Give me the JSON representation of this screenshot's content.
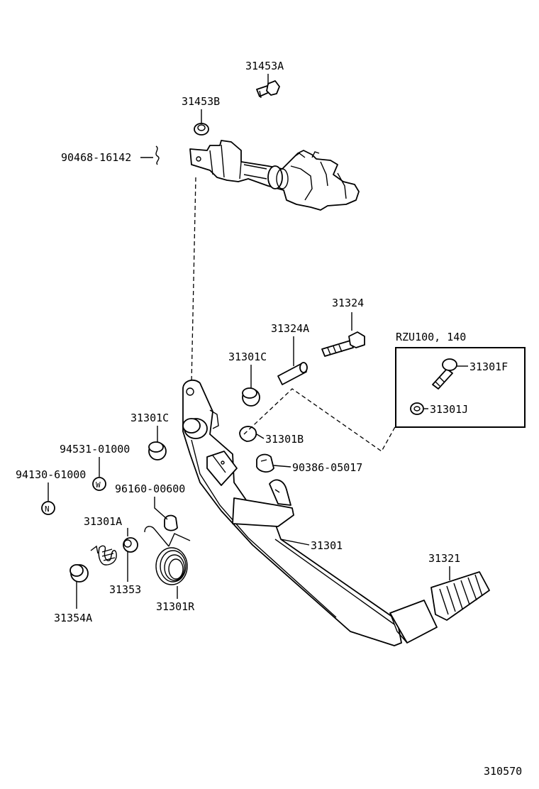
{
  "labels": {
    "p31453A": "31453A",
    "p31453B": "31453B",
    "p90468": "90468-16142",
    "p31324": "31324",
    "p31324A": "31324A",
    "p31301C_top": "31301C",
    "p31301C_left": "31301C",
    "p31301B": "31301B",
    "p90386": "90386-05017",
    "p94531": "94531-01000",
    "p94130": "94130-61000",
    "p96160": "96160-00600",
    "p31301A": "31301A",
    "p31353": "31353",
    "p31301R": "31301R",
    "p31354A": "31354A",
    "p31301": "31301",
    "p31321": "31321",
    "p31301F": "31301F",
    "p31301J": "31301J",
    "variant": "RZU100, 140",
    "diagram_id": "310570",
    "mark_w": "W",
    "mark_n": "N"
  }
}
